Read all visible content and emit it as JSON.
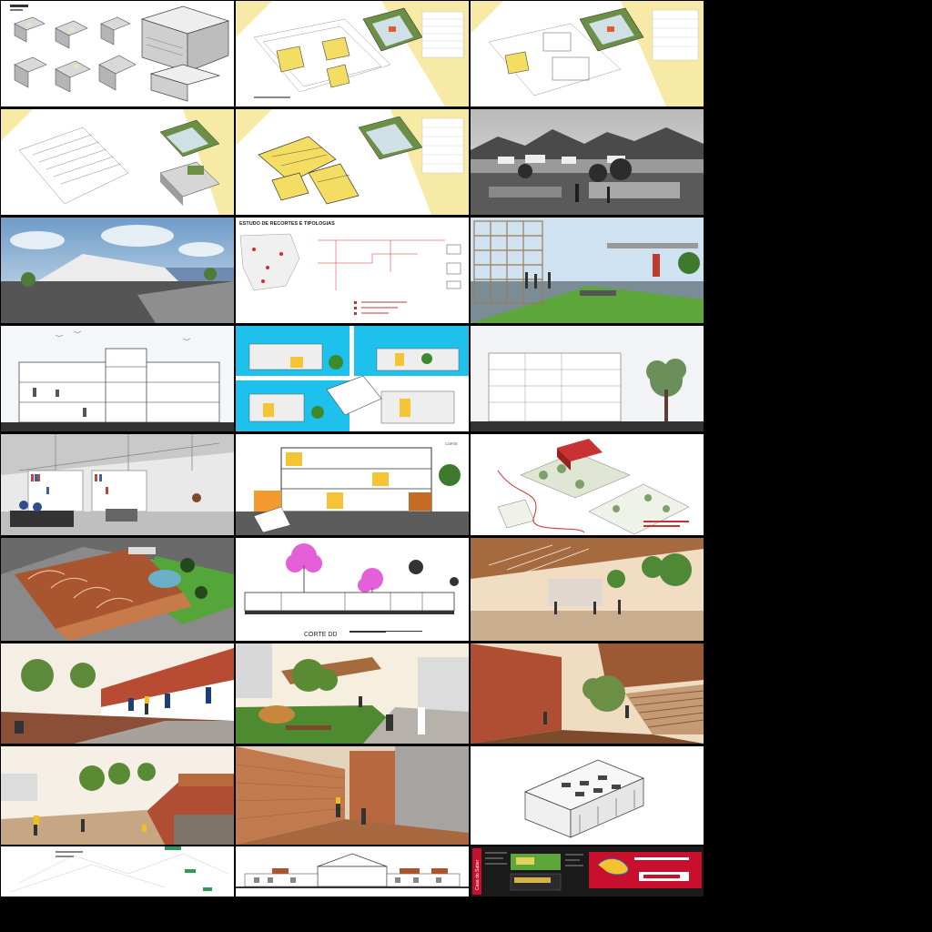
{
  "contact_sheet": {
    "columns": 3,
    "rows": 9,
    "background": "#000000"
  },
  "labels": {
    "study_title": "ESTUDO DE RECORTES E TIPOLOGIAS",
    "section_dd": "CORTE DD",
    "section_label": "CORTE",
    "sheet_side_label": "Casa do Saber"
  },
  "colors": {
    "plan_yellow": "#f7eaa6",
    "sky_blue": "#1ec0ec",
    "orange": "#f29a2e",
    "brick": "#a9552f",
    "magenta_tree": "#e45fd8",
    "grass": "#54a63a",
    "sheet_red": "#c8102e"
  }
}
